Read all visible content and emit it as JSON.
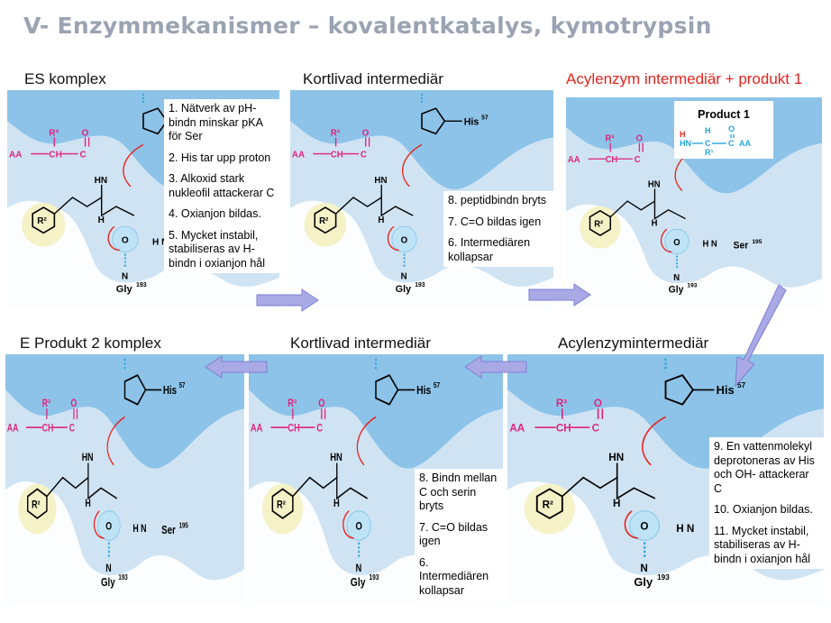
{
  "title": "V- Enzymmekanismer – kovalentkatalys, kymotrypsin",
  "colors": {
    "background": "#cfe3f3",
    "dark": "#8dc3e8",
    "magenta": "#e0237f",
    "cyan": "#27a7dc",
    "red": "#e8231c",
    "arrow": "#a9a9e6"
  },
  "panels": [
    {
      "heading": "ES komplex",
      "notes": [
        "1. Nätverk av pH-bindn minskar pKA för Ser",
        "2. His tar upp proton",
        "3. Alkoxid stark nukleofil attackerar C",
        "4. Oxianjon bildas.",
        "5. Mycket instabil, stabiliseras av H-bindn i oxianjon hål"
      ]
    },
    {
      "heading": "Kortlivad intermediär",
      "notes": [
        "8. peptidbindn bryts",
        "7. C=O bildas igen",
        "6. Intermediären kollapsar"
      ]
    },
    {
      "heading": "Acylenzym intermediär + produkt 1",
      "product_label": "Product 1",
      "notes": []
    },
    {
      "heading": "Acylenzymintermediär",
      "notes": [
        "9. En vattenmolekyl deprotoneras av His och OH- attackerar C",
        "10. Oxianjon bildas.",
        "11. Mycket instabil, stabiliseras av H-bindn i oxianjon hål"
      ]
    },
    {
      "heading": "Kortlivad intermediär",
      "notes": [
        "8. Bindn mellan C och serin bryts",
        "7. C=O bildas igen",
        "6. Intermediären kollapsar"
      ]
    },
    {
      "heading": "E Produkt 2 komplex",
      "notes": []
    }
  ],
  "chem": {
    "his": "His",
    "his_num": "57",
    "ser": "Ser",
    "ser_num": "195",
    "gly": "Gly",
    "gly_num": "193",
    "r3": "R³",
    "r2": "R²",
    "r1": "R¹",
    "aa": "AA",
    "n": "n"
  }
}
